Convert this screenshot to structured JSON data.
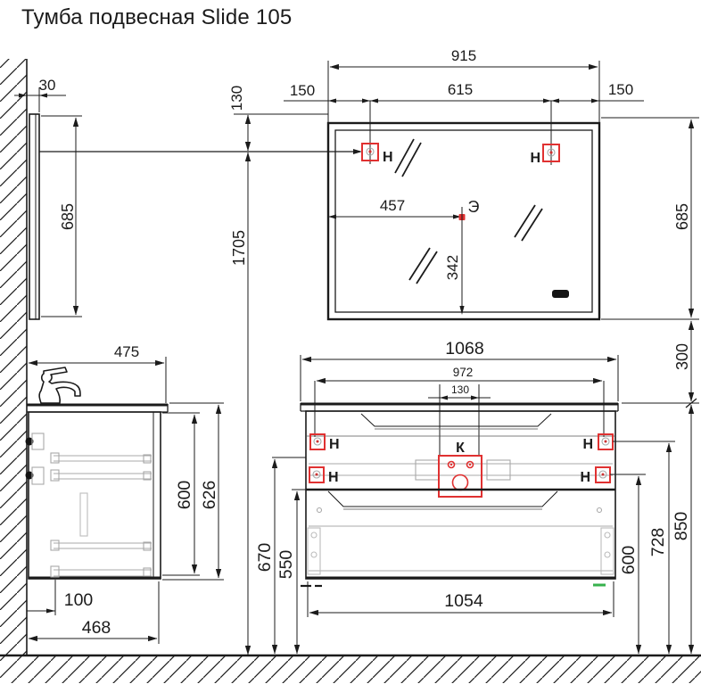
{
  "title": "Тумба подвесная Slide 105",
  "labels": {
    "mount": "Н",
    "drain": "К",
    "outlet": "Э"
  },
  "mirror_side": {
    "depth": "30",
    "height": "685"
  },
  "mirror_front": {
    "width": "915",
    "between_mounts": "615",
    "left_offset": "150",
    "right_offset": "150",
    "top_to_mounts": "130",
    "mounts_to_floor": "1705",
    "height": "685",
    "gap_below": "300",
    "outlet_from_left": "457",
    "outlet_from_bottom": "342"
  },
  "cabinet_side": {
    "depth_with_counter": "475",
    "inner_height": "600",
    "height": "626",
    "wall_offset": "100",
    "depth": "468"
  },
  "cabinet_front": {
    "width": "1068",
    "between_mounts": "972",
    "drain_width": "130",
    "gap_line_height": "670",
    "lower_front_height": "550",
    "lower_mounts_height": "600",
    "upper_mounts_height": "728",
    "counter_height": "850",
    "bottom_width": "1054"
  },
  "colors": {
    "line": "#1b1b1b",
    "accent_red": "#e03131",
    "hardware_gray": "#a8a8a8",
    "status_green": "#37b24d",
    "background": "#ffffff"
  }
}
